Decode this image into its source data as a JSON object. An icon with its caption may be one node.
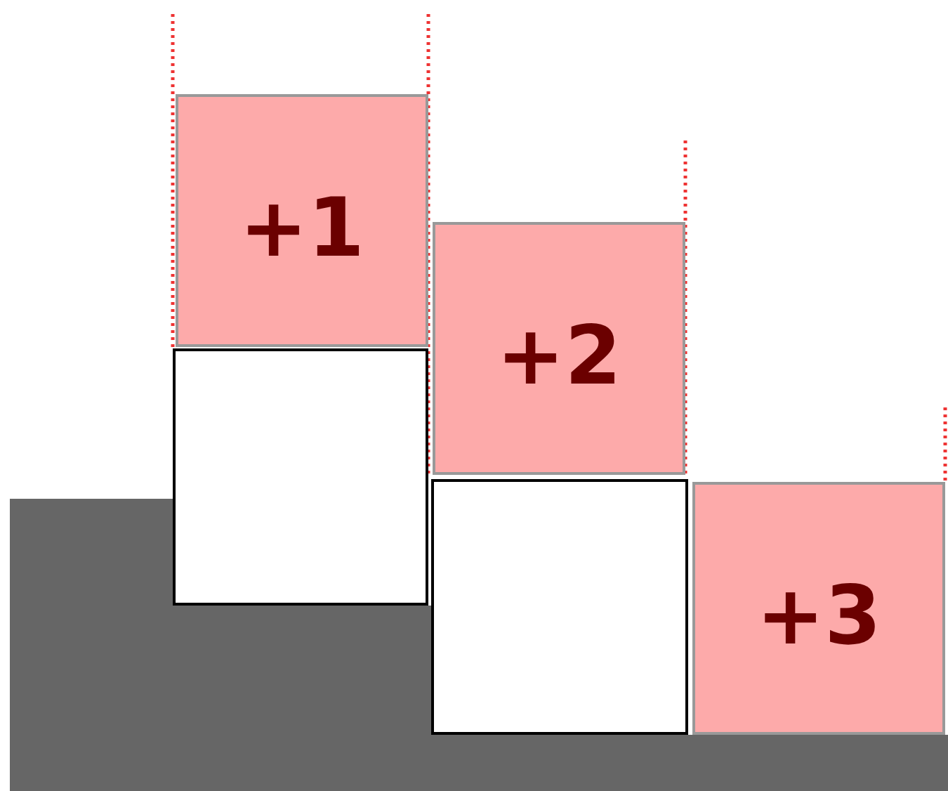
{
  "diagram": {
    "nodes": [
      {
        "text": [
          "+1"
        ]
      },
      {
        "text": [],
        "shape": "box"
      },
      {
        "text": [
          "+2"
        ]
      },
      {
        "text": [],
        "shape": "box"
      },
      {
        "text": [
          "+3"
        ]
      }
    ]
  }
}
